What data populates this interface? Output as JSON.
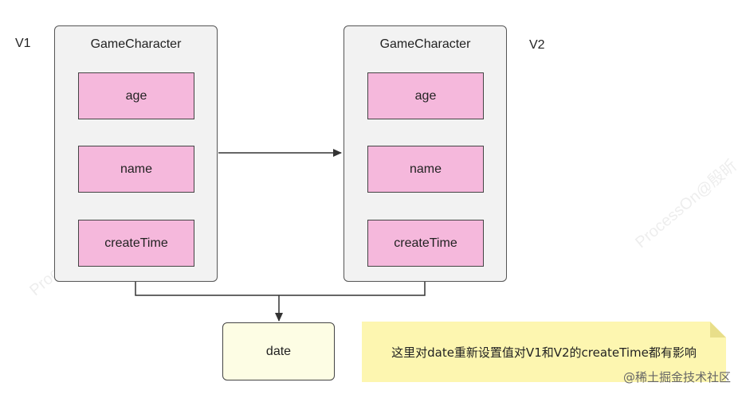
{
  "labels": {
    "v1": "V1",
    "v2": "V2"
  },
  "v1": {
    "title": "GameCharacter",
    "fields": [
      "age",
      "name",
      "createTime"
    ]
  },
  "v2": {
    "title": "GameCharacter",
    "fields": [
      "age",
      "name",
      "createTime"
    ]
  },
  "date_box": {
    "label": "date"
  },
  "note": {
    "text": "这里对date重新设置值对V1和V2的createTime都有影响"
  },
  "watermark": {
    "text": "ProcessOn@殷昕"
  },
  "credit": {
    "text": "@稀土掘金技术社区"
  },
  "colors": {
    "field_fill": "#f5b8dc",
    "container_fill": "#f2f2f2",
    "date_fill": "#fdfde4",
    "note_fill": "#fdf6b0"
  }
}
